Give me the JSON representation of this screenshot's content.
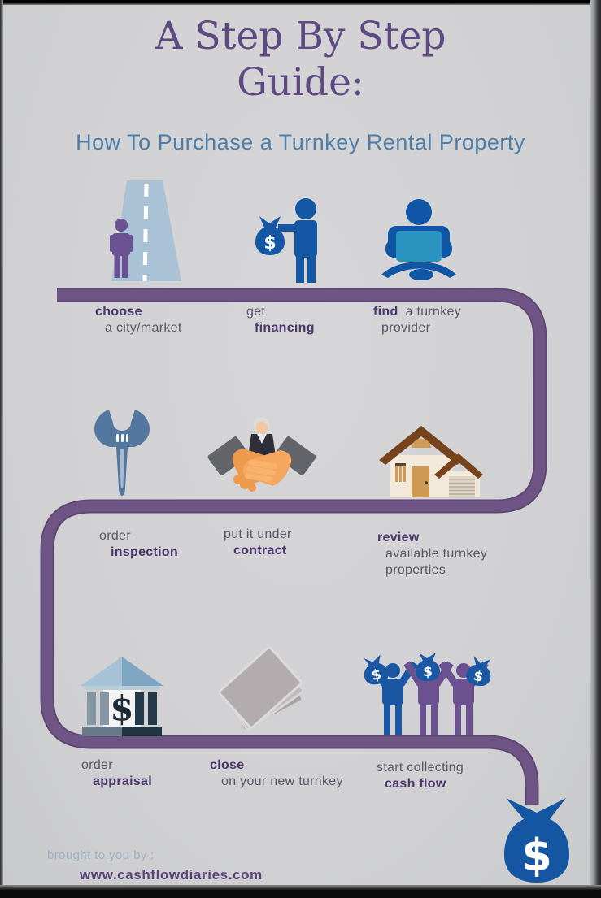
{
  "title": {
    "line1": "A Step By Step",
    "line2": "Guide:"
  },
  "subtitle": "How To Purchase a  Turnkey Rental Property",
  "steps": [
    {
      "bold": "choose",
      "rest": "a city/market",
      "icon": "person-choosing-road"
    },
    {
      "pre": "get",
      "bold": "financing",
      "icon": "hand-holding-money-bag"
    },
    {
      "bold": "find",
      "rest": "a turnkey",
      "rest2": "provider",
      "icon": "person-with-laptop"
    },
    {
      "pre": "order",
      "bold": "inspection",
      "icon": "wrench"
    },
    {
      "pre": "put it under",
      "bold": "contract",
      "icon": "handshake-agreement"
    },
    {
      "bold": "review",
      "rest": "available turnkey",
      "rest2": "properties",
      "icon": "house"
    },
    {
      "pre": "order",
      "bold": "appraisal",
      "icon": "bank-building"
    },
    {
      "bold": "close",
      "rest": "on your new turnkey",
      "icon": "document-stack"
    },
    {
      "pre": "start collecting",
      "bold": "cash flow",
      "icon": "people-holding-money-bags"
    }
  ],
  "footer": {
    "prefix": "brought to you by :",
    "site": "www.cashflowdiaries.com"
  },
  "glyphs": {
    "dollar": "$"
  },
  "colors": {
    "background": "#d2d2d4",
    "path_purple": "#6e5585",
    "path_purple_edge": "#5e4872",
    "title_purple": "#5e4982",
    "subtitle_blue": "#4d7ea9",
    "label_bold_purple": "#4a366b",
    "label_gray": "#5c5666",
    "icon_blue": "#1458a5",
    "icon_purple": "#6b5190",
    "laptop_blue": "#2b93bf",
    "road_blue": "#aac2d6",
    "wrench_blue": "#54779f",
    "hands_orange": "#ee9a4d",
    "sleeve_gray": "#63646a",
    "house_cream": "#f2e9db",
    "roof_brown": "#76431c",
    "door_tan": "#cf9a55",
    "bank_roof_blue": "#a6c2d6",
    "column_light": "#8496a4",
    "column_dark": "#243a4a",
    "paper_gray": "#b2acae",
    "footer_blue": "#9cb2c6",
    "footer_purple": "#5a4579"
  }
}
